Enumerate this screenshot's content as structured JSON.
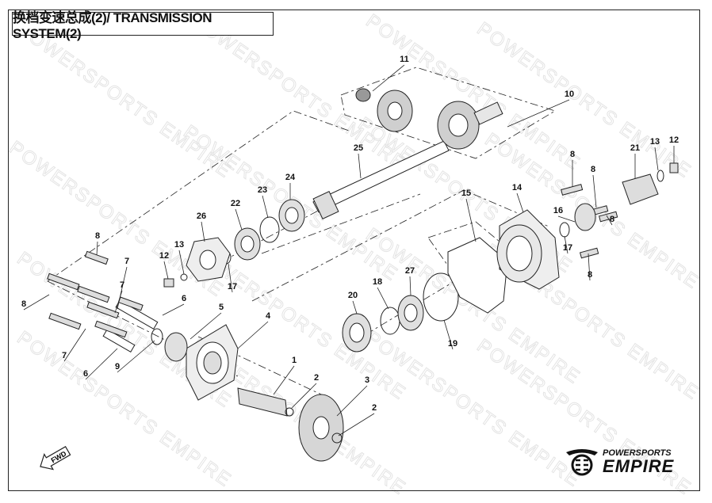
{
  "title": "换档变速总成(2)/ TRANSMISSION SYSTEM(2)",
  "watermark": "POWERSPORTS EMPIRE",
  "fwd_label": "FWD",
  "logo": {
    "line1": "POWERSPORTS",
    "line2": "EMPIRE"
  },
  "callouts": [
    "11",
    "10",
    "25",
    "8",
    "8",
    "21",
    "13",
    "12",
    "24",
    "23",
    "22",
    "26",
    "14",
    "15",
    "16",
    "8",
    "17",
    "8",
    "8",
    "13",
    "12",
    "17",
    "7",
    "7",
    "8",
    "6",
    "5",
    "4",
    "20",
    "18",
    "27",
    "19",
    "9",
    "6",
    "7",
    "1",
    "2",
    "3",
    "2"
  ]
}
